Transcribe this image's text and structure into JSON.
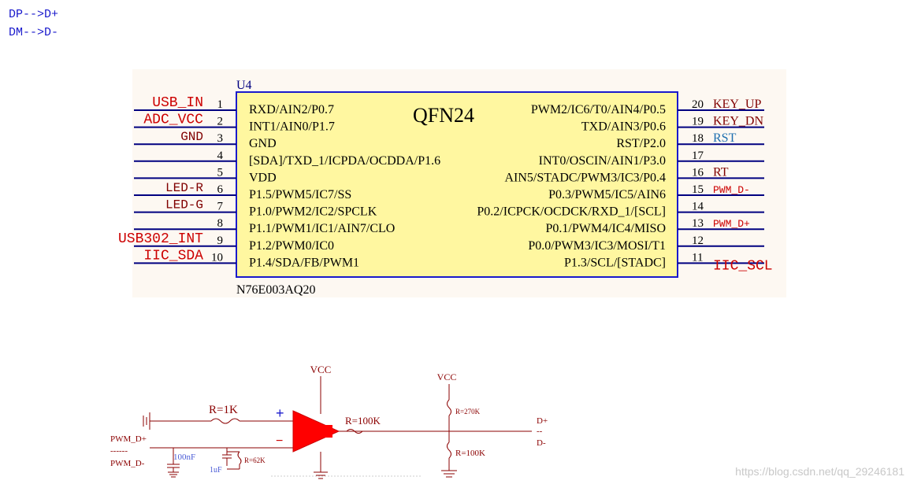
{
  "colors": {
    "wire": "#000080",
    "netlabel": "#cc0000",
    "netlabel_dark": "#800000",
    "netlabel_blue": "#1f6fb0",
    "chip_fill": "#fff7a0",
    "chip_border": "#1a1acc",
    "panel_bg": "#fdf8f2",
    "pin_text": "#000000",
    "circuit_wire": "#8b0000",
    "amp_fill": "#ff0000",
    "note_text": "#1a1acc",
    "watermark": "#c8c8c8"
  },
  "notes": [
    "DP-->D+",
    "DM-->D-"
  ],
  "chip": {
    "designator": "U4",
    "package": "QFN24",
    "part_number": "N76E003AQ20",
    "left_pins": [
      {
        "num": "1",
        "name": "RXD/AIN2/P0.7",
        "net": "USB_IN"
      },
      {
        "num": "2",
        "name": "INT1/AIN0/P1.7",
        "net": "ADC_VCC"
      },
      {
        "num": "3",
        "name": "GND",
        "net": "GND"
      },
      {
        "num": "4",
        "name": "[SDA]/TXD_1/ICPDA/OCDDA/P1.6",
        "net": ""
      },
      {
        "num": "5",
        "name": "VDD",
        "net": ""
      },
      {
        "num": "6",
        "name": "P1.5/PWM5/IC7/SS",
        "net": "LED-R"
      },
      {
        "num": "7",
        "name": "P1.0/PWM2/IC2/SPCLK",
        "net": "LED-G"
      },
      {
        "num": "8",
        "name": "P1.1/PWM1/IC1/AIN7/CLO",
        "net": ""
      },
      {
        "num": "9",
        "name": "P1.2/PWM0/IC0",
        "net": "USB302_INT"
      },
      {
        "num": "10",
        "name": "P1.4/SDA/FB/PWM1",
        "net": "IIC_SDA"
      }
    ],
    "right_pins": [
      {
        "num": "20",
        "name": "PWM2/IC6/T0/AIN4/P0.5",
        "net": "KEY_UP"
      },
      {
        "num": "19",
        "name": "TXD/AIN3/P0.6",
        "net": "KEY_DN"
      },
      {
        "num": "18",
        "name": "RST/P2.0",
        "net": "RST"
      },
      {
        "num": "17",
        "name": "INT0/OSCIN/AIN1/P3.0",
        "net": ""
      },
      {
        "num": "16",
        "name": "AIN5/STADC/PWM3/IC3/P0.4",
        "net": "RT"
      },
      {
        "num": "15",
        "name": "P0.3/PWM5/IC5/AIN6",
        "net": "PWM_D-"
      },
      {
        "num": "14",
        "name": "P0.2/ICPCK/OCDCK/RXD_1/[SCL]",
        "net": ""
      },
      {
        "num": "13",
        "name": "P0.1/PWM4/IC4/MISO",
        "net": "PWM_D+"
      },
      {
        "num": "12",
        "name": "P0.0/PWM3/IC3/MOSI/T1",
        "net": ""
      },
      {
        "num": "11",
        "name": "P1.3/SCL/[STADC]",
        "net": "IIC_SCL"
      }
    ]
  },
  "circuit": {
    "vcc_amp": "VCC",
    "vcc_div": "VCC",
    "r_input": "R=1K",
    "r_feedback": "R=100K",
    "r_top": "R=270K",
    "r_bottom": "R=100K",
    "r_filter": "R=62K",
    "c_filter": "100nF",
    "c_small": "1uF",
    "plus": "+",
    "minus": "−",
    "in_pos": "PWM_D+",
    "in_neg": "PWM_D-",
    "in_sep": "------",
    "out_pos": "D+",
    "out_sep": "--",
    "out_neg": "D-"
  },
  "watermark": "https://blog.csdn.net/qq_29246181"
}
